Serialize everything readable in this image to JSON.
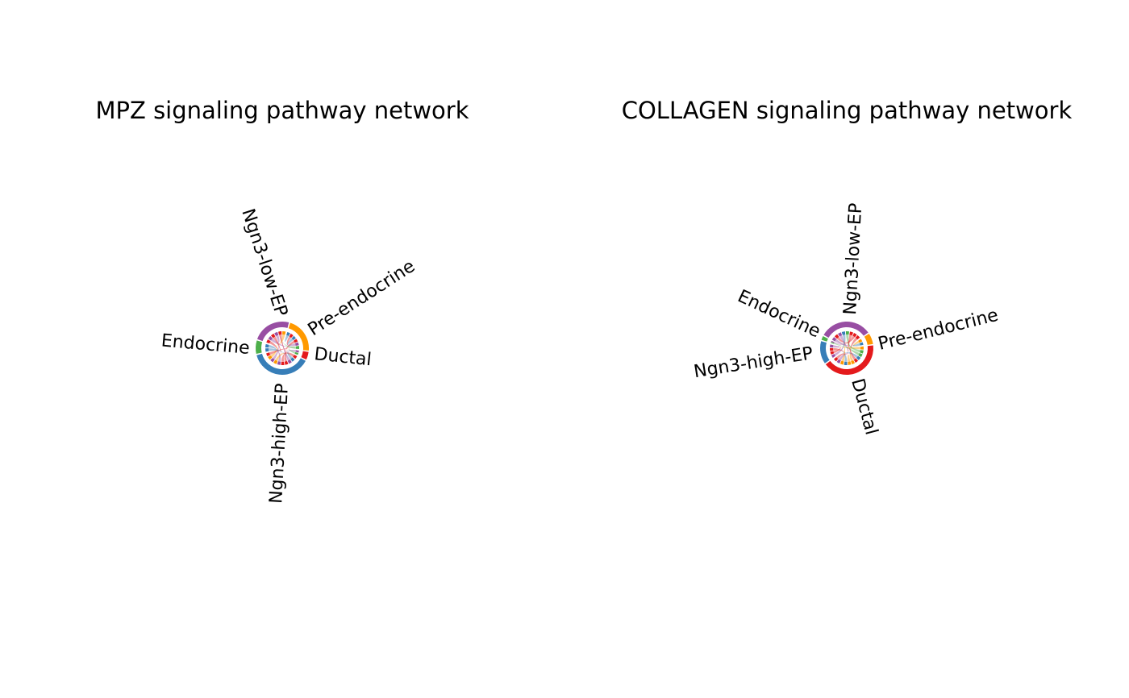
{
  "chart_data": [
    {
      "type": "chord",
      "title": "MPZ signaling pathway network",
      "start_angle_deg": -70,
      "sectors": [
        {
          "name": "Ngn3-low-EP",
          "fraction": 0.245,
          "color": "#984EA3"
        },
        {
          "name": "Pre-endocrine",
          "fraction": 0.225,
          "color": "#FF9900"
        },
        {
          "name": "Ductal",
          "fraction": 0.05,
          "color": "#E41A1C"
        },
        {
          "name": "Ngn3-high-EP",
          "fraction": 0.395,
          "color": "#377EB8"
        },
        {
          "name": "Endocrine",
          "fraction": 0.085,
          "color": "#4DAF4A"
        }
      ]
    },
    {
      "type": "chord",
      "title": "COLLAGEN signaling pathway network",
      "start_angle_deg": -60,
      "sectors": [
        {
          "name": "Ngn3-low-EP",
          "fraction": 0.33,
          "color": "#984EA3"
        },
        {
          "name": "Pre-endocrine",
          "fraction": 0.07,
          "color": "#FF9900"
        },
        {
          "name": "Ductal",
          "fraction": 0.43,
          "color": "#E41A1C"
        },
        {
          "name": "Ngn3-high-EP",
          "fraction": 0.145,
          "color": "#377EB8"
        },
        {
          "name": "Endocrine",
          "fraction": 0.025,
          "color": "#4DAF4A"
        }
      ]
    }
  ]
}
